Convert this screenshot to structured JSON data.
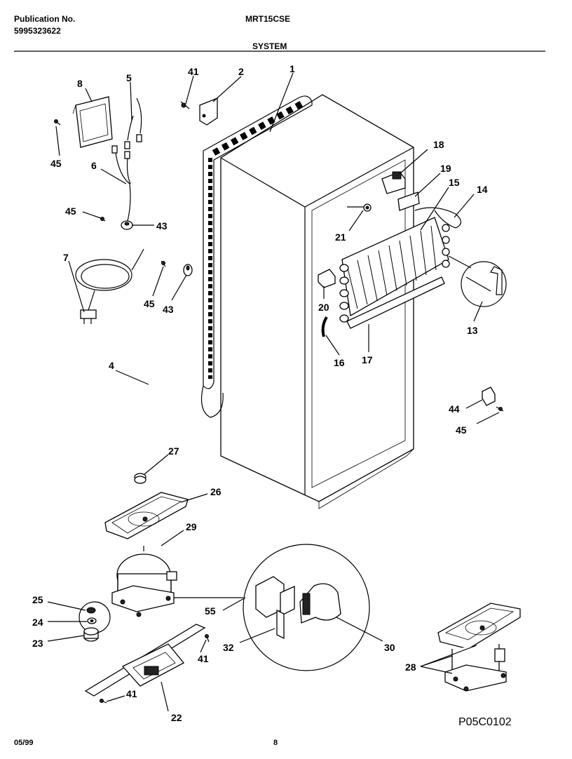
{
  "header": {
    "publication_label": "Publication No.",
    "publication_number": "5995323622",
    "model": "MRT15CSE",
    "section": "SYSTEM"
  },
  "footer": {
    "date": "05/99",
    "page": "8",
    "diagram_code": "P05C0102"
  },
  "callouts": {
    "c1": "1",
    "c2": "2",
    "c4": "4",
    "c5": "5",
    "c6": "6",
    "c7": "7",
    "c8": "8",
    "c13": "13",
    "c14": "14",
    "c15": "15",
    "c16": "16",
    "c17": "17",
    "c18": "18",
    "c19": "19",
    "c20": "20",
    "c21": "21",
    "c22": "22",
    "c23": "23",
    "c24": "24",
    "c25": "25",
    "c26": "26",
    "c27": "27",
    "c28": "28",
    "c29": "29",
    "c30": "30",
    "c32": "32",
    "c41a": "41",
    "c41b": "41",
    "c41c": "41",
    "c43a": "43",
    "c43b": "43",
    "c44": "44",
    "c45a": "45",
    "c45b": "45",
    "c45c": "45",
    "c45d": "45",
    "c55": "55"
  }
}
